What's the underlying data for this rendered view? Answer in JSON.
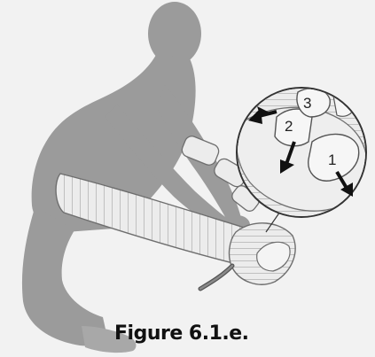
{
  "figure": {
    "caption": "Figure 6.1.e.",
    "callouts": [
      "1",
      "2",
      "3"
    ]
  },
  "colors": {
    "background": "#f2f2f2",
    "person": "#9b9b9b",
    "garment": "#e8e8e8",
    "garment_line": "#7a7a7a",
    "arrow": "#111111"
  }
}
